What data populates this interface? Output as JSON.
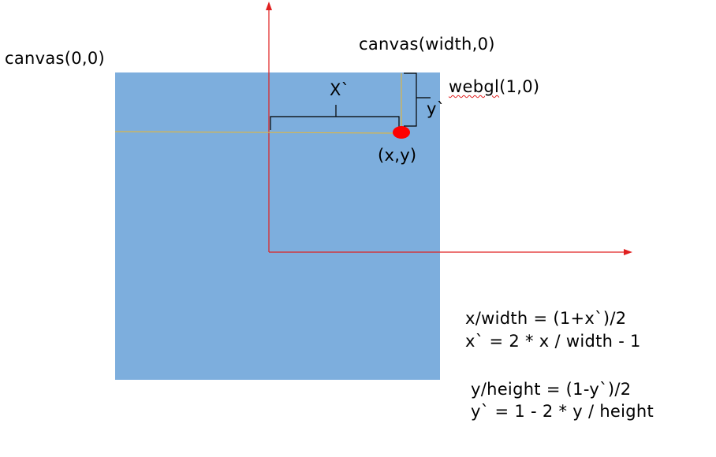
{
  "labels": {
    "canvas_origin": "canvas(0,0)",
    "canvas_width_corner": "canvas(width,0)",
    "webgl_prefix": "webgl",
    "webgl_rest": "(1,0)",
    "x_prime": "X`",
    "y_prime": "y`",
    "point": "(x,y)"
  },
  "formulas": {
    "x_ratio": "x/width = (1+x`)/2",
    "x_conv": "x` = 2 * x / width - 1",
    "y_ratio": "y/height = (1-y`)/2",
    "y_conv": "y` = 1 - 2 * y / height"
  },
  "colors": {
    "canvas_fill": "#7daedd",
    "axis": "#e02020",
    "guide_line": "#d9b64a",
    "point": "#ff0000"
  }
}
